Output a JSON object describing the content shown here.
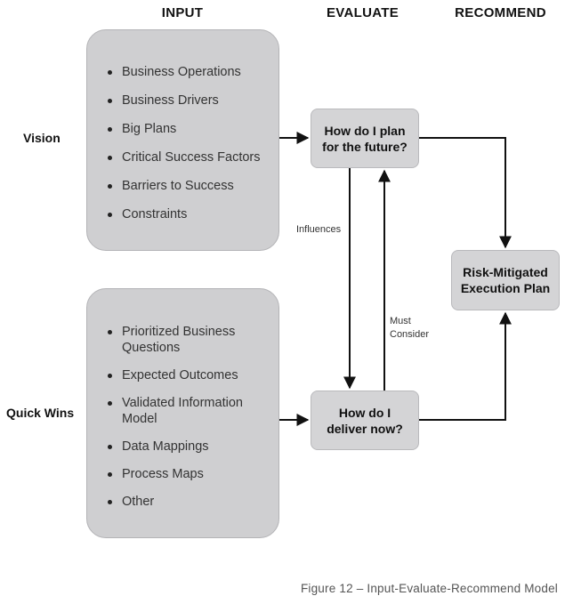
{
  "headers": {
    "input": "INPUT",
    "evaluate": "EVALUATE",
    "recommend": "RECOMMEND"
  },
  "rows": {
    "vision": "Vision",
    "quick_wins": "Quick Wins"
  },
  "vision_items": [
    "Business Operations",
    "Business Drivers",
    "Big Plans",
    "Critical Success Factors",
    "Barriers to Success",
    "Constraints"
  ],
  "quick_wins_items": [
    "Prioritized Business Questions",
    "Expected Outcomes",
    "Validated Information Model",
    "Data Mappings",
    "Process Maps",
    "Other"
  ],
  "evaluate": {
    "plan_future": "How do I plan for the future?",
    "deliver_now": "How do I deliver now?"
  },
  "recommend": {
    "plan": "Risk-Mitigated Execution Plan"
  },
  "flows": {
    "influences": "Influences",
    "must_consider": "Must Consider"
  },
  "caption": "Figure 12 – Input-Evaluate-Recommend Model",
  "colors": {
    "box_fill": "#cfcfd1",
    "arrow": "#111111"
  }
}
